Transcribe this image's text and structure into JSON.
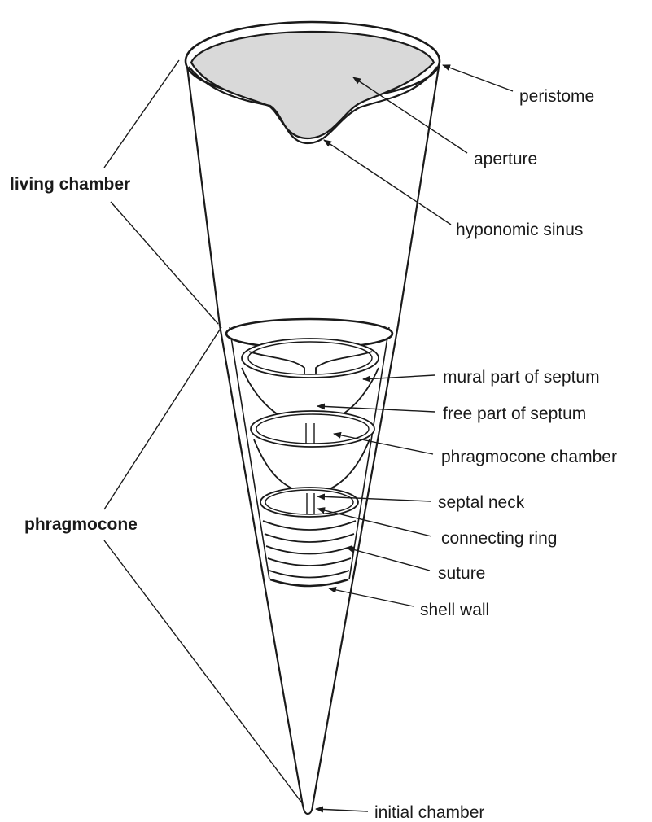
{
  "regions": {
    "living_chamber": "living chamber",
    "phragmocone": "phragmocone"
  },
  "labels": {
    "peristome": "peristome",
    "aperture": "aperture",
    "hyponomic_sinus": "hyponomic sinus",
    "mural_part_of_septum": "mural part of septum",
    "free_part_of_septum": "free part of septum",
    "phragmocone_chamber": "phragmocone chamber",
    "septal_neck": "septal neck",
    "connecting_ring": "connecting ring",
    "suture": "suture",
    "shell_wall": "shell wall",
    "initial_chamber": "initial chamber"
  },
  "colors": {
    "ink": "#1a1a1a",
    "aperture_fill": "#d9d9d9",
    "background": "#ffffff"
  }
}
